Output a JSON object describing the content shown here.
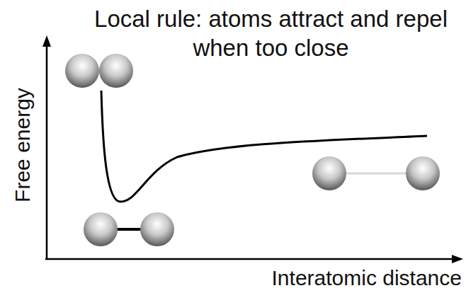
{
  "diagram": {
    "title": "Local rule: atoms attract and repel when too close",
    "labels": [
      "Free energy",
      "Interatomic distance"
    ]
  }
}
